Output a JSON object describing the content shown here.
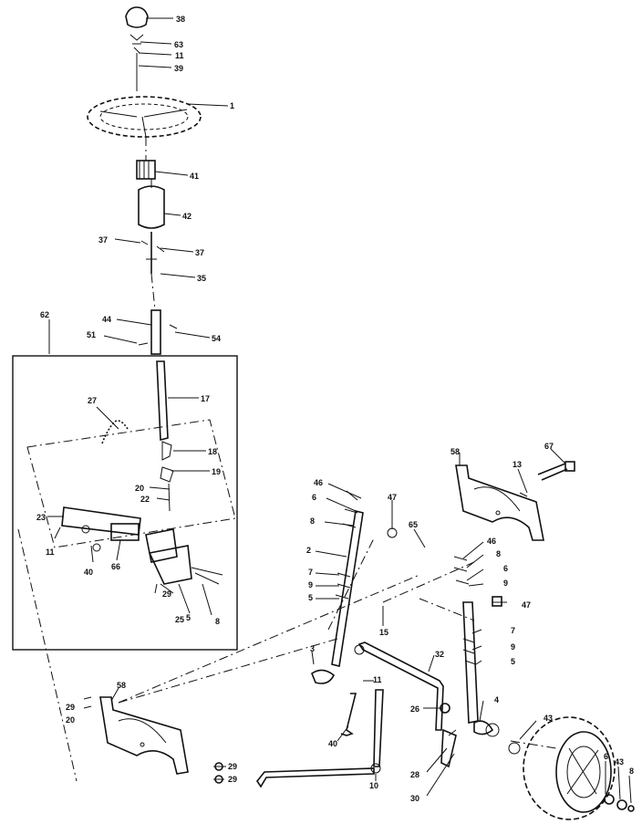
{
  "callouts": [
    {
      "id": "c-38",
      "text": "38"
    },
    {
      "id": "c-63",
      "text": "63"
    },
    {
      "id": "c-11a",
      "text": "11"
    },
    {
      "id": "c-39",
      "text": "39"
    },
    {
      "id": "c-1",
      "text": "1"
    },
    {
      "id": "c-41",
      "text": "41"
    },
    {
      "id": "c-42",
      "text": "42"
    },
    {
      "id": "c-37a",
      "text": "37"
    },
    {
      "id": "c-37b",
      "text": "37"
    },
    {
      "id": "c-35",
      "text": "35"
    },
    {
      "id": "c-62",
      "text": "62"
    },
    {
      "id": "c-44",
      "text": "44"
    },
    {
      "id": "c-51",
      "text": "51"
    },
    {
      "id": "c-54",
      "text": "54"
    },
    {
      "id": "c-17",
      "text": "17"
    },
    {
      "id": "c-27",
      "text": "27"
    },
    {
      "id": "c-18",
      "text": "18"
    },
    {
      "id": "c-19",
      "text": "19"
    },
    {
      "id": "c-20a",
      "text": "20"
    },
    {
      "id": "c-22",
      "text": "22"
    },
    {
      "id": "c-23",
      "text": "23"
    },
    {
      "id": "c-11b",
      "text": "11"
    },
    {
      "id": "c-40a",
      "text": "40"
    },
    {
      "id": "c-66",
      "text": "66"
    },
    {
      "id": "c-29a",
      "text": "29"
    },
    {
      "id": "c-25",
      "text": "25"
    },
    {
      "id": "c-5a",
      "text": "5"
    },
    {
      "id": "c-8a",
      "text": "8"
    },
    {
      "id": "c-46a",
      "text": "46"
    },
    {
      "id": "c-6a",
      "text": "6"
    },
    {
      "id": "c-8b",
      "text": "8"
    },
    {
      "id": "c-47a",
      "text": "47"
    },
    {
      "id": "c-2",
      "text": "2"
    },
    {
      "id": "c-7a",
      "text": "7"
    },
    {
      "id": "c-9a",
      "text": "9"
    },
    {
      "id": "c-5b",
      "text": "5"
    },
    {
      "id": "c-65",
      "text": "65"
    },
    {
      "id": "c-15",
      "text": "15"
    },
    {
      "id": "c-58a",
      "text": "58"
    },
    {
      "id": "c-13",
      "text": "13"
    },
    {
      "id": "c-67",
      "text": "67"
    },
    {
      "id": "c-46b",
      "text": "46"
    },
    {
      "id": "c-8c",
      "text": "8"
    },
    {
      "id": "c-6b",
      "text": "6"
    },
    {
      "id": "c-9b",
      "text": "9"
    },
    {
      "id": "c-47b",
      "text": "47"
    },
    {
      "id": "c-7b",
      "text": "7"
    },
    {
      "id": "c-9c",
      "text": "9"
    },
    {
      "id": "c-5c",
      "text": "5"
    },
    {
      "id": "c-3",
      "text": "3"
    },
    {
      "id": "c-32",
      "text": "32"
    },
    {
      "id": "c-11c",
      "text": "11"
    },
    {
      "id": "c-26",
      "text": "26"
    },
    {
      "id": "c-4",
      "text": "4"
    },
    {
      "id": "c-43a",
      "text": "43"
    },
    {
      "id": "c-58b",
      "text": "58"
    },
    {
      "id": "c-29b",
      "text": "29"
    },
    {
      "id": "c-20b",
      "text": "20"
    },
    {
      "id": "c-40b",
      "text": "40"
    },
    {
      "id": "c-28",
      "text": "28"
    },
    {
      "id": "c-30",
      "text": "30"
    },
    {
      "id": "c-10",
      "text": "10"
    },
    {
      "id": "c-29c",
      "text": "29"
    },
    {
      "id": "c-29d",
      "text": "29"
    },
    {
      "id": "c-6c",
      "text": "6"
    },
    {
      "id": "c-43b",
      "text": "43"
    },
    {
      "id": "c-8d",
      "text": "8"
    }
  ]
}
